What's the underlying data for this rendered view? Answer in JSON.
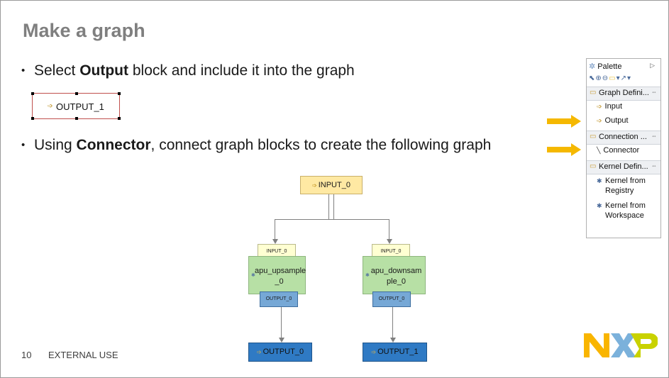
{
  "slide": {
    "title": "Make a graph",
    "bullet1": {
      "pre": "Select ",
      "bold": "Output",
      "post": " block and include it into the graph"
    },
    "bullet2": {
      "pre": "Using ",
      "bold": "Connector",
      "post": ", connect graph blocks to create the following graph"
    },
    "selected_block_label": "OUTPUT_1",
    "page_number": "10",
    "footer_text": "EXTERNAL USE",
    "logo_text": "NXP"
  },
  "palette": {
    "title": "Palette",
    "sections": [
      {
        "label": "Graph Defini...",
        "items": [
          "Input",
          "Output"
        ]
      },
      {
        "label": "Connection ...",
        "items": [
          "Connector"
        ]
      },
      {
        "label": "Kernel Defin...",
        "items": [
          "Kernel from Registry",
          "Kernel from Workspace"
        ]
      }
    ]
  },
  "graph": {
    "input_node": "INPUT_0",
    "kernels": [
      {
        "name": "apu_upsample_0",
        "display": "apu_upsample\n_0",
        "in_port": "INPUT_0",
        "out_port": "OUTPUT_0",
        "output_node": "OUTPUT_0"
      },
      {
        "name": "apu_downsample_0",
        "display": "apu_downsam\nple_0",
        "in_port": "INPUT_0",
        "out_port": "OUTPUT_0",
        "output_node": "OUTPUT_1"
      }
    ]
  },
  "colors": {
    "title_gray": "#7f7f7f",
    "arrow_orange": "#f5b800",
    "input_node": "#ffe9a3",
    "kernel_green": "#b7e0a5",
    "output_port": "#76a8d6",
    "output_node": "#2f7ac4",
    "logo_orange": "#f9b500",
    "logo_blue": "#7bb1db",
    "logo_green": "#c9d200"
  }
}
